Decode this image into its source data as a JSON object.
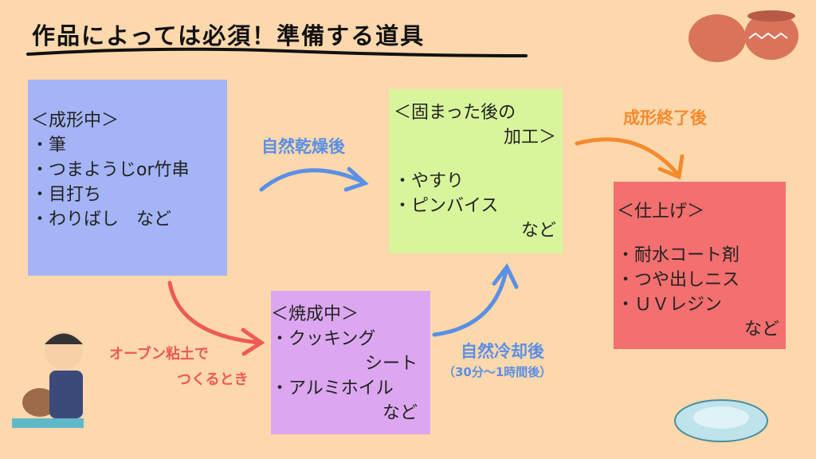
{
  "title": "作品によっては必須！準備する道具",
  "colors": {
    "background": "#fdd8ac",
    "blue_box": "#a4b4f6",
    "green_box": "#d8f59c",
    "red_box": "#f46f6f",
    "purple_box": "#dca7f0",
    "blue_arrow": "#5b8fe6",
    "orange_arrow": "#f58a2e",
    "red_arrow": "#ef5a55"
  },
  "boxes": {
    "forming": {
      "heading": "＜成形中＞",
      "items": [
        "・筆",
        "・つまようじor竹串",
        "・目打ち",
        "・わりばし　など"
      ]
    },
    "after_harden": {
      "heading1": "＜固まった後の",
      "heading2": "加工＞",
      "items": [
        "・やすり",
        "・ピンバイス"
      ],
      "etc": "など"
    },
    "finishing": {
      "heading": "＜仕上げ＞",
      "items": [
        "・耐水コート剤",
        "・つや出しニス",
        "・ＵＶレジン"
      ],
      "etc": "など"
    },
    "baking": {
      "heading": "＜焼成中＞",
      "item1a": "・クッキング",
      "item1b": "シート",
      "item2": "・アルミホイル",
      "etc": "など"
    }
  },
  "labels": {
    "natural_dry": "自然乾燥後",
    "after_forming": "成形終了後",
    "oven_clay1": "オーブン粘土で",
    "oven_clay2": "つくるとき",
    "natural_cool": "自然冷却後",
    "natural_cool_sub": "（30分～1時間後）"
  }
}
